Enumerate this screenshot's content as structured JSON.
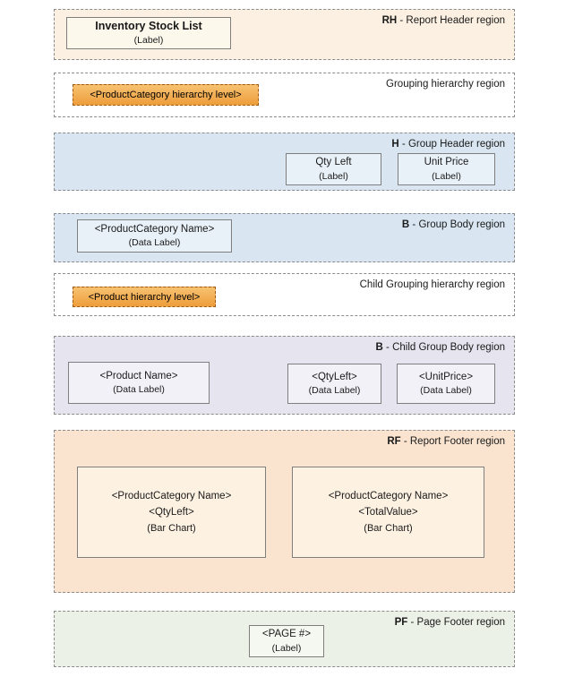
{
  "diagram": {
    "report_header": {
      "label_bold": "RH",
      "label_text": " - Report Header region",
      "title": {
        "line1": "Inventory Stock List",
        "line2": "(Label)"
      }
    },
    "grouping": {
      "label_bold": "",
      "label_text": "Grouping hierarchy region",
      "chip": "<ProductCategory hierarchy level>"
    },
    "group_header": {
      "label_bold": "H",
      "label_text": " - Group Header region",
      "qty_left": {
        "line1": "Qty Left",
        "line2": "(Label)"
      },
      "unit_price": {
        "line1": "Unit Price",
        "line2": "(Label)"
      }
    },
    "group_body": {
      "label_bold": "B",
      "label_text": " - Group Body region",
      "category": {
        "line1": "<ProductCategory Name>",
        "line2": "(Data Label)"
      }
    },
    "child_grouping": {
      "label_bold": "",
      "label_text": "Child Grouping hierarchy region",
      "chip": "<Product hierarchy level>"
    },
    "child_group_body": {
      "label_bold": "B",
      "label_text": " - Child Group Body region",
      "product": {
        "line1": "<Product Name>",
        "line2": "(Data Label)"
      },
      "qtyleft": {
        "line1": "<QtyLeft>",
        "line2": "(Data Label)"
      },
      "unitprice": {
        "line1": "<UnitPrice>",
        "line2": "(Data Label)"
      }
    },
    "report_footer": {
      "label_bold": "RF",
      "label_text": " - Report Footer region",
      "chart1": {
        "line1": "<ProductCategory Name>",
        "line2": "<QtyLeft>",
        "line3": "(Bar Chart)"
      },
      "chart2": {
        "line1": "<ProductCategory Name>",
        "line2": "<TotalValue>",
        "line3": "(Bar Chart)"
      }
    },
    "page_footer": {
      "label_bold": "PF",
      "label_text": " - Page Footer region",
      "page": {
        "line1": "<PAGE #>",
        "line2": "(Label)"
      }
    },
    "colors": {
      "report_header_bg": "#fbf0e1",
      "group_bg": "#d9e6f2",
      "child_group_bg": "#e6e5ef",
      "report_footer_bg": "#fae4d0",
      "page_footer_bg": "#ecf1e7",
      "hierarchy_chip": "#f0a445",
      "region_border": "#8c8c8c"
    }
  }
}
